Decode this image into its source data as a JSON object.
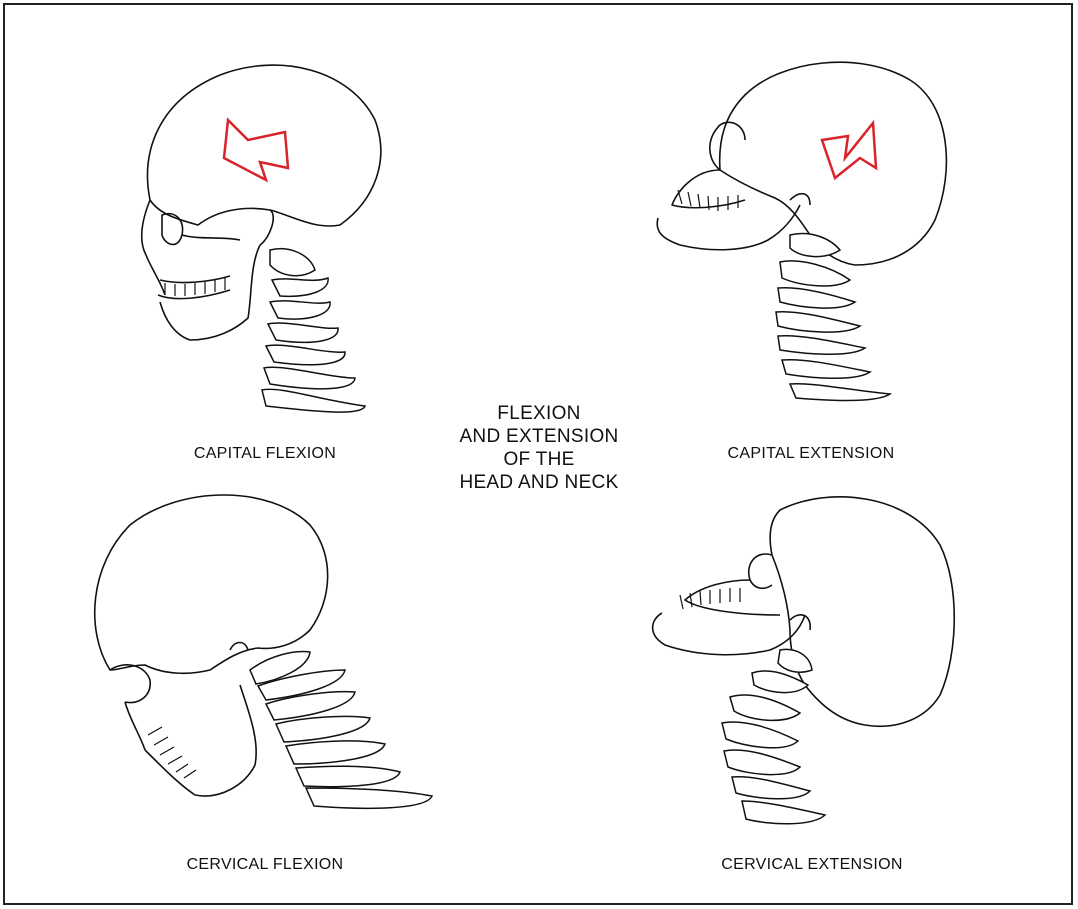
{
  "title_lines": [
    "FLEXION",
    "AND EXTENSION",
    "OF THE",
    "HEAD AND NECK"
  ],
  "panels": {
    "capital_flexion": "CAPITAL FLEXION",
    "capital_extension": "CAPITAL EXTENSION",
    "cervical_flexion": "CERVICAL FLEXION",
    "cervical_extension": "CERVICAL EXTENSION"
  },
  "colors": {
    "arrow": "#d8242a",
    "ink": "#111111"
  }
}
